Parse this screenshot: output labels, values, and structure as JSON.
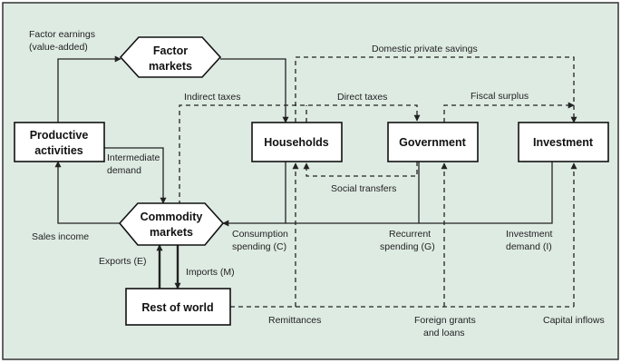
{
  "colors": {
    "background": "#deebe3",
    "border": "#333333",
    "box_fill": "#ffffff",
    "line": "#222222"
  },
  "nodes": {
    "factor_markets": [
      "Factor",
      "markets"
    ],
    "productive_activities": [
      "Productive",
      "activities"
    ],
    "commodity_markets": [
      "Commodity",
      "markets"
    ],
    "households": "Households",
    "government": "Government",
    "investment": "Investment",
    "rest_of_world": "Rest of world"
  },
  "flows": {
    "factor_earnings": [
      "Factor earnings",
      "(value-added)"
    ],
    "domestic_private_savings": "Domestic private savings",
    "indirect_taxes": "Indirect taxes",
    "direct_taxes": "Direct taxes",
    "fiscal_surplus": "Fiscal surplus",
    "intermediate_demand": [
      "Intermediate",
      "demand"
    ],
    "social_transfers": "Social transfers",
    "sales_income": "Sales income",
    "consumption_spending": [
      "Consumption",
      "spending (C)"
    ],
    "recurrent_spending": [
      "Recurrent",
      "spending (G)"
    ],
    "investment_demand": [
      "Investment",
      "demand (I)"
    ],
    "exports": "Exports (E)",
    "imports": "Imports (M)",
    "remittances": "Remittances",
    "foreign_grants": [
      "Foreign grants",
      "and loans"
    ],
    "capital_inflows": "Capital inflows"
  }
}
